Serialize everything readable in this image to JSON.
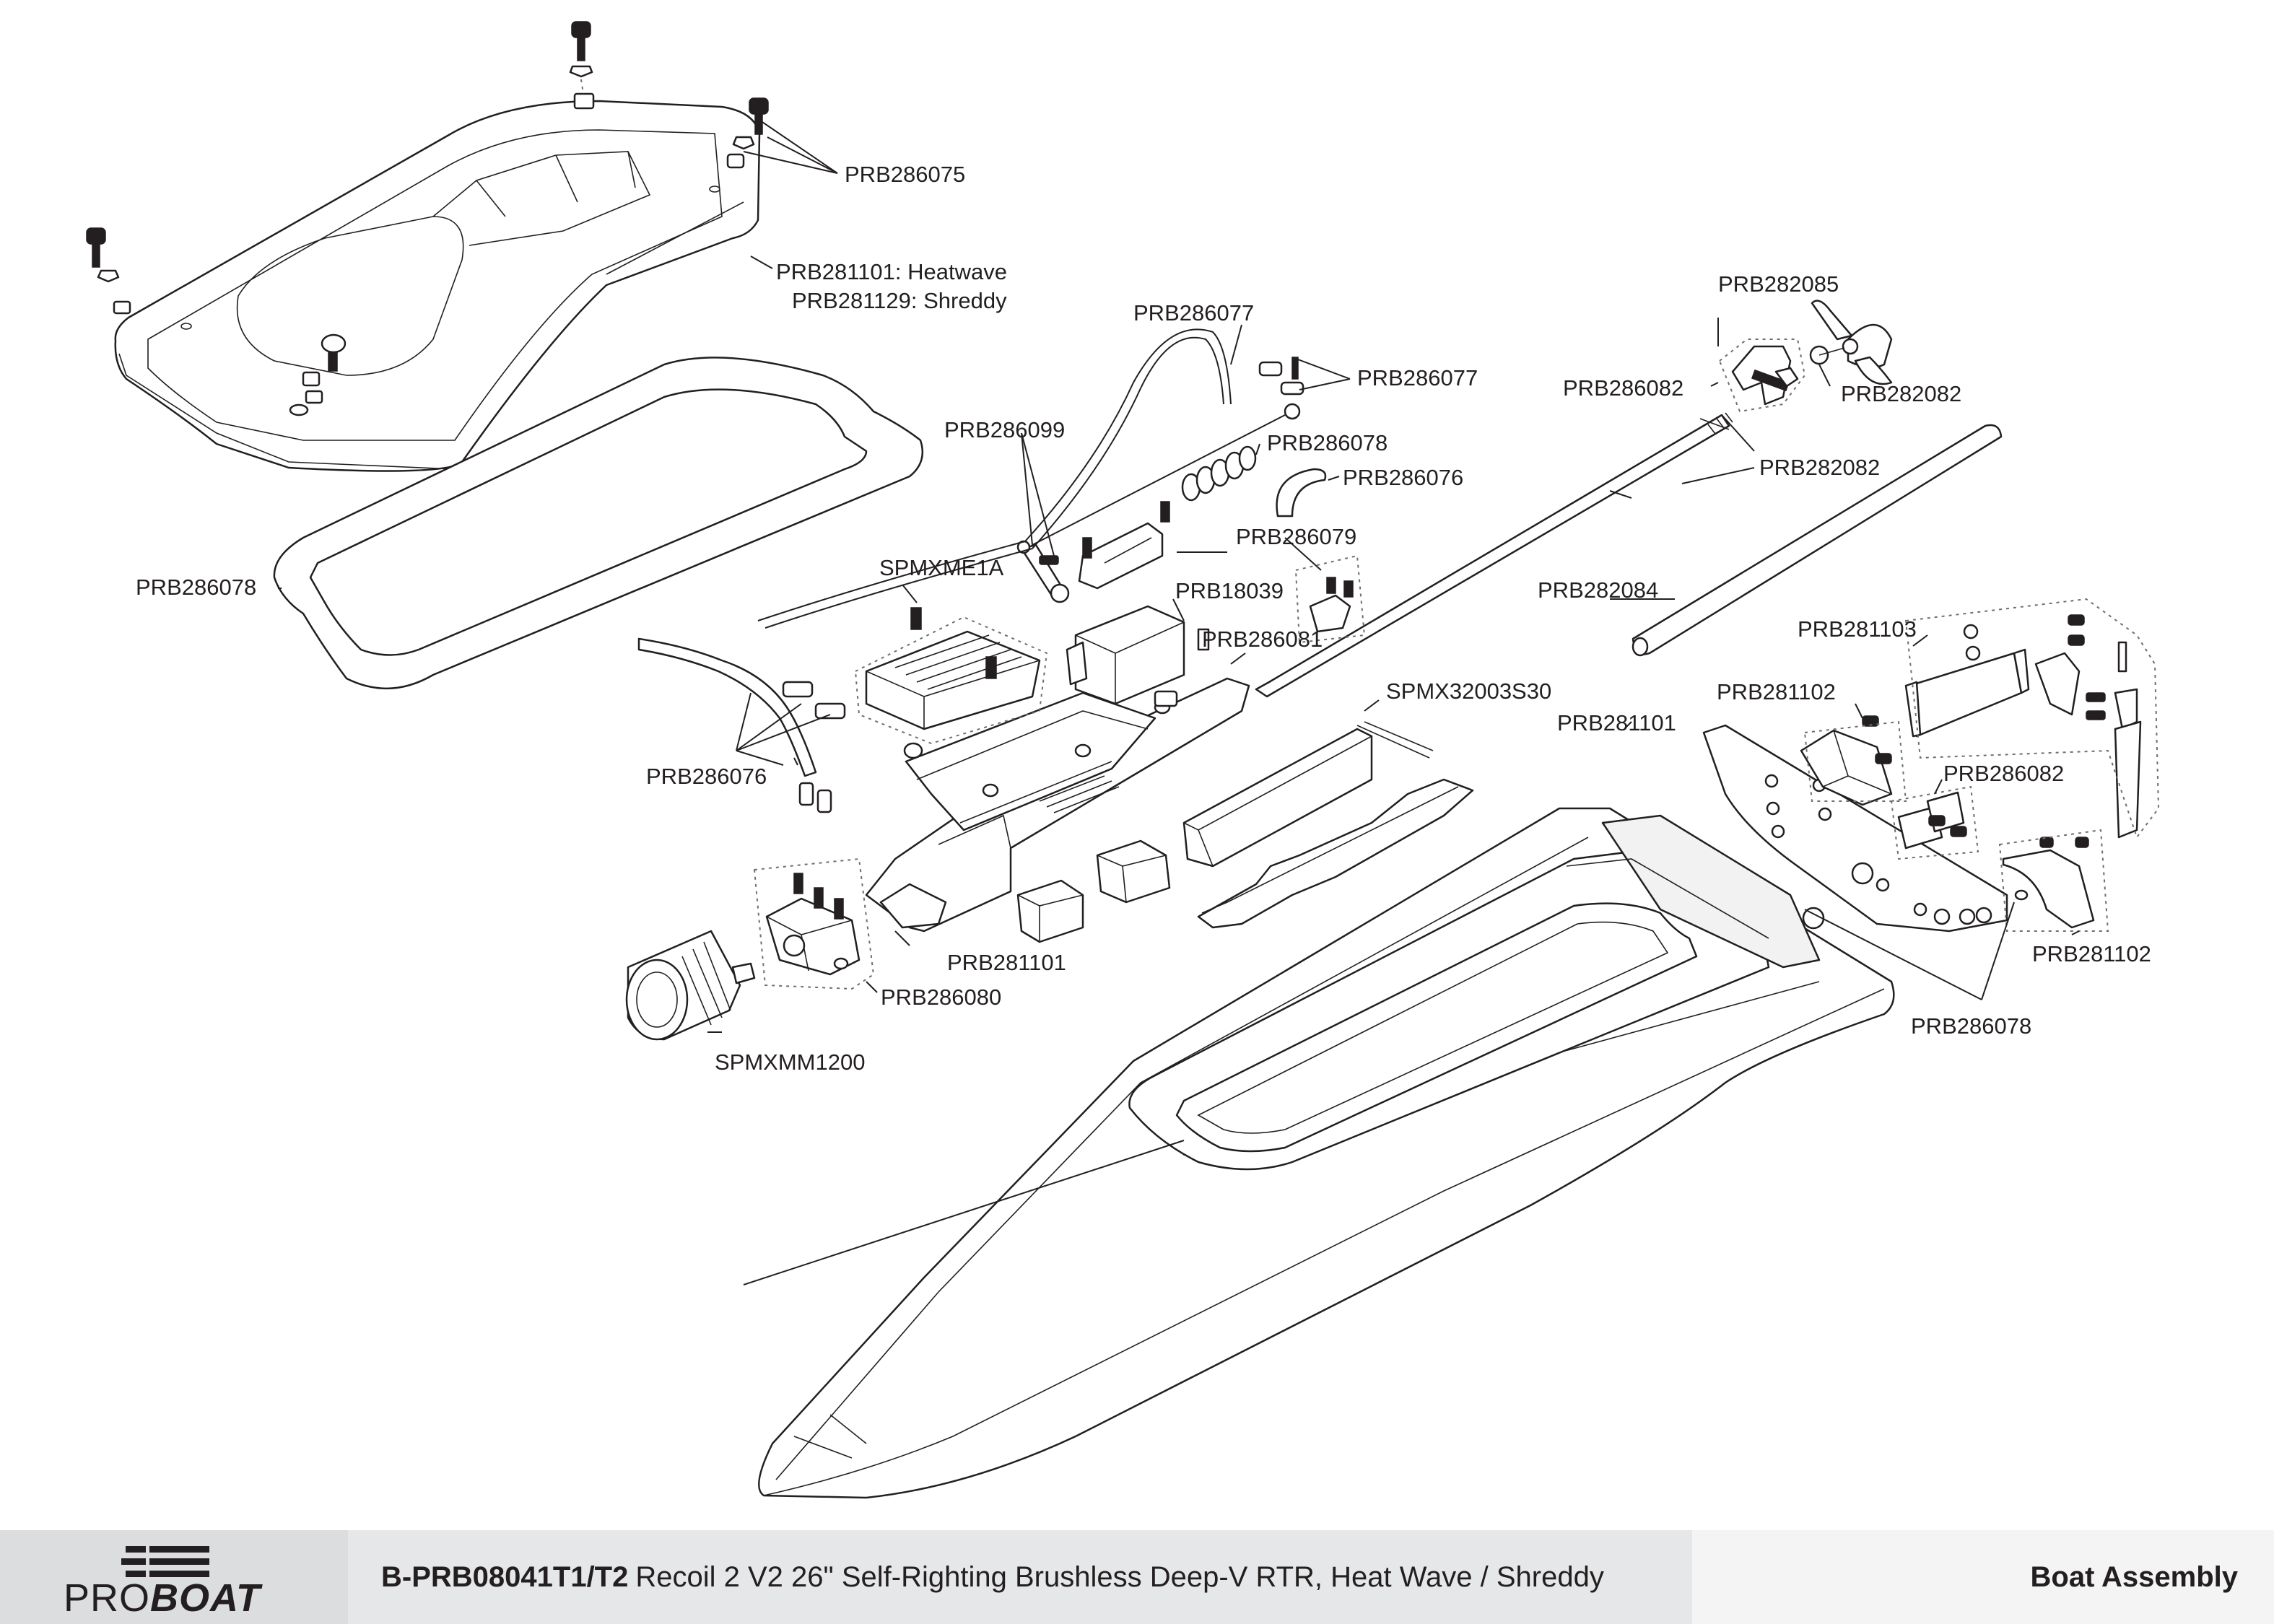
{
  "labels": {
    "a": "PRB286075",
    "b1": "PRB281101: Heatwave",
    "b2": "PRB281129: Shreddy",
    "c": "PRB286078",
    "d": "PRB286077",
    "e": "PRB286077",
    "f": "PRB286099",
    "g": "PRB286078",
    "h": "PRB286076",
    "i": "PRB286079",
    "j": "SPMXME1A",
    "k": "PRB18039",
    "l": "PRB286081",
    "m": "PRB286076",
    "n": "SPMX32003S30",
    "o": "PRB282085",
    "p": "PRB286082",
    "q": "PRB282082",
    "r": "PRB282082",
    "s": "PRB282084",
    "t": "PRB281103",
    "u": "PRB281101",
    "v": "PRB281102",
    "w": "PRB286082",
    "x": "PRB281102",
    "y": "PRB286078",
    "z": "PRB281101",
    "aa": "PRB286080",
    "ab": "SPMXMM1200"
  },
  "footer": {
    "logo_part1": "PRO",
    "logo_part2": "BOAT",
    "product_code": "B-PRB08041T1/T2",
    "product_name": "Recoil 2 V2 26\" Self-Righting Brushless Deep-V RTR, Heat Wave / Shreddy",
    "section": "Boat Assembly"
  }
}
